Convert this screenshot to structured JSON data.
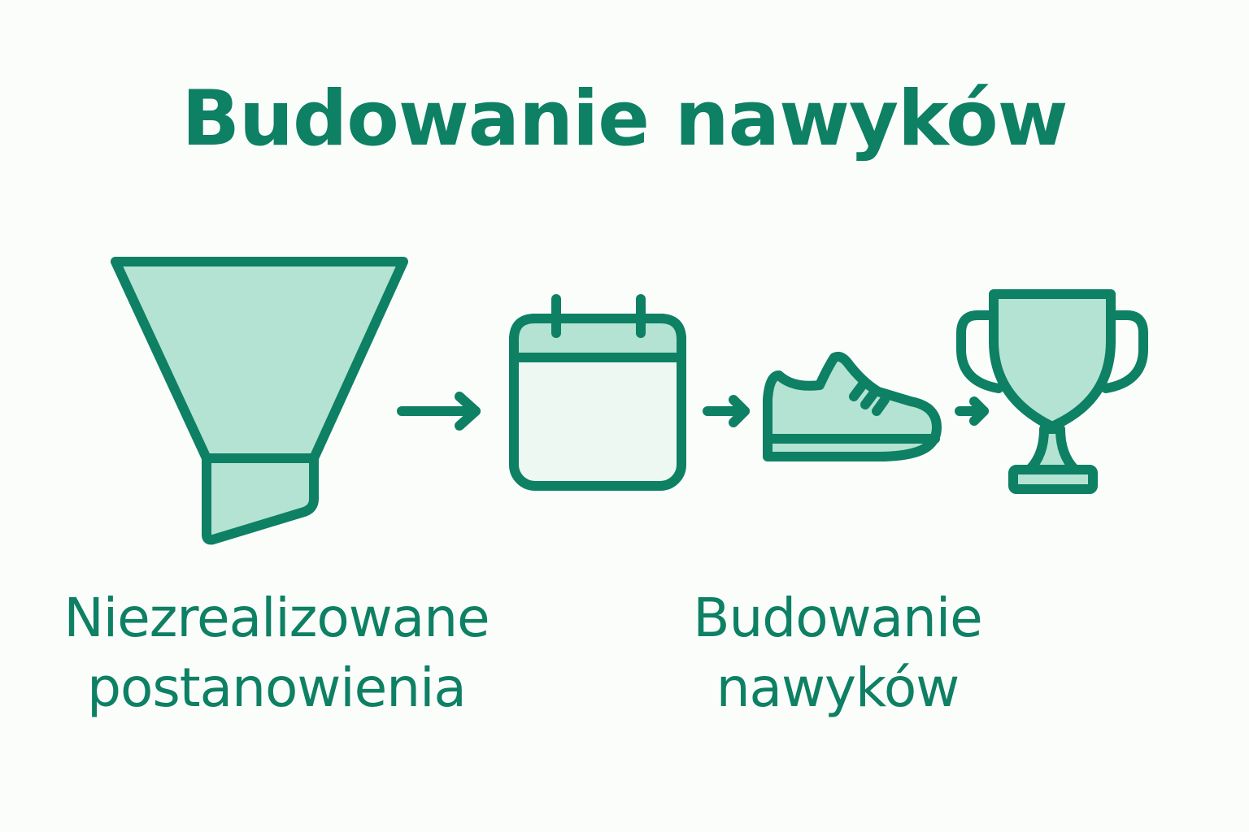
{
  "title": "Budowanie nawyków",
  "captions": {
    "left": {
      "line1": "Niezrealizowane",
      "line2": "postanowienia"
    },
    "right": {
      "line1": "Budowanie",
      "line2": "nawyków"
    }
  },
  "icons": [
    "funnel-icon",
    "calendar-icon",
    "shoe-icon",
    "trophy-icon"
  ],
  "colors": {
    "stroke": "#0e8063",
    "fill": "#b4e3d3",
    "fill_light": "#eef8f3",
    "background": "#fbfdfb"
  }
}
